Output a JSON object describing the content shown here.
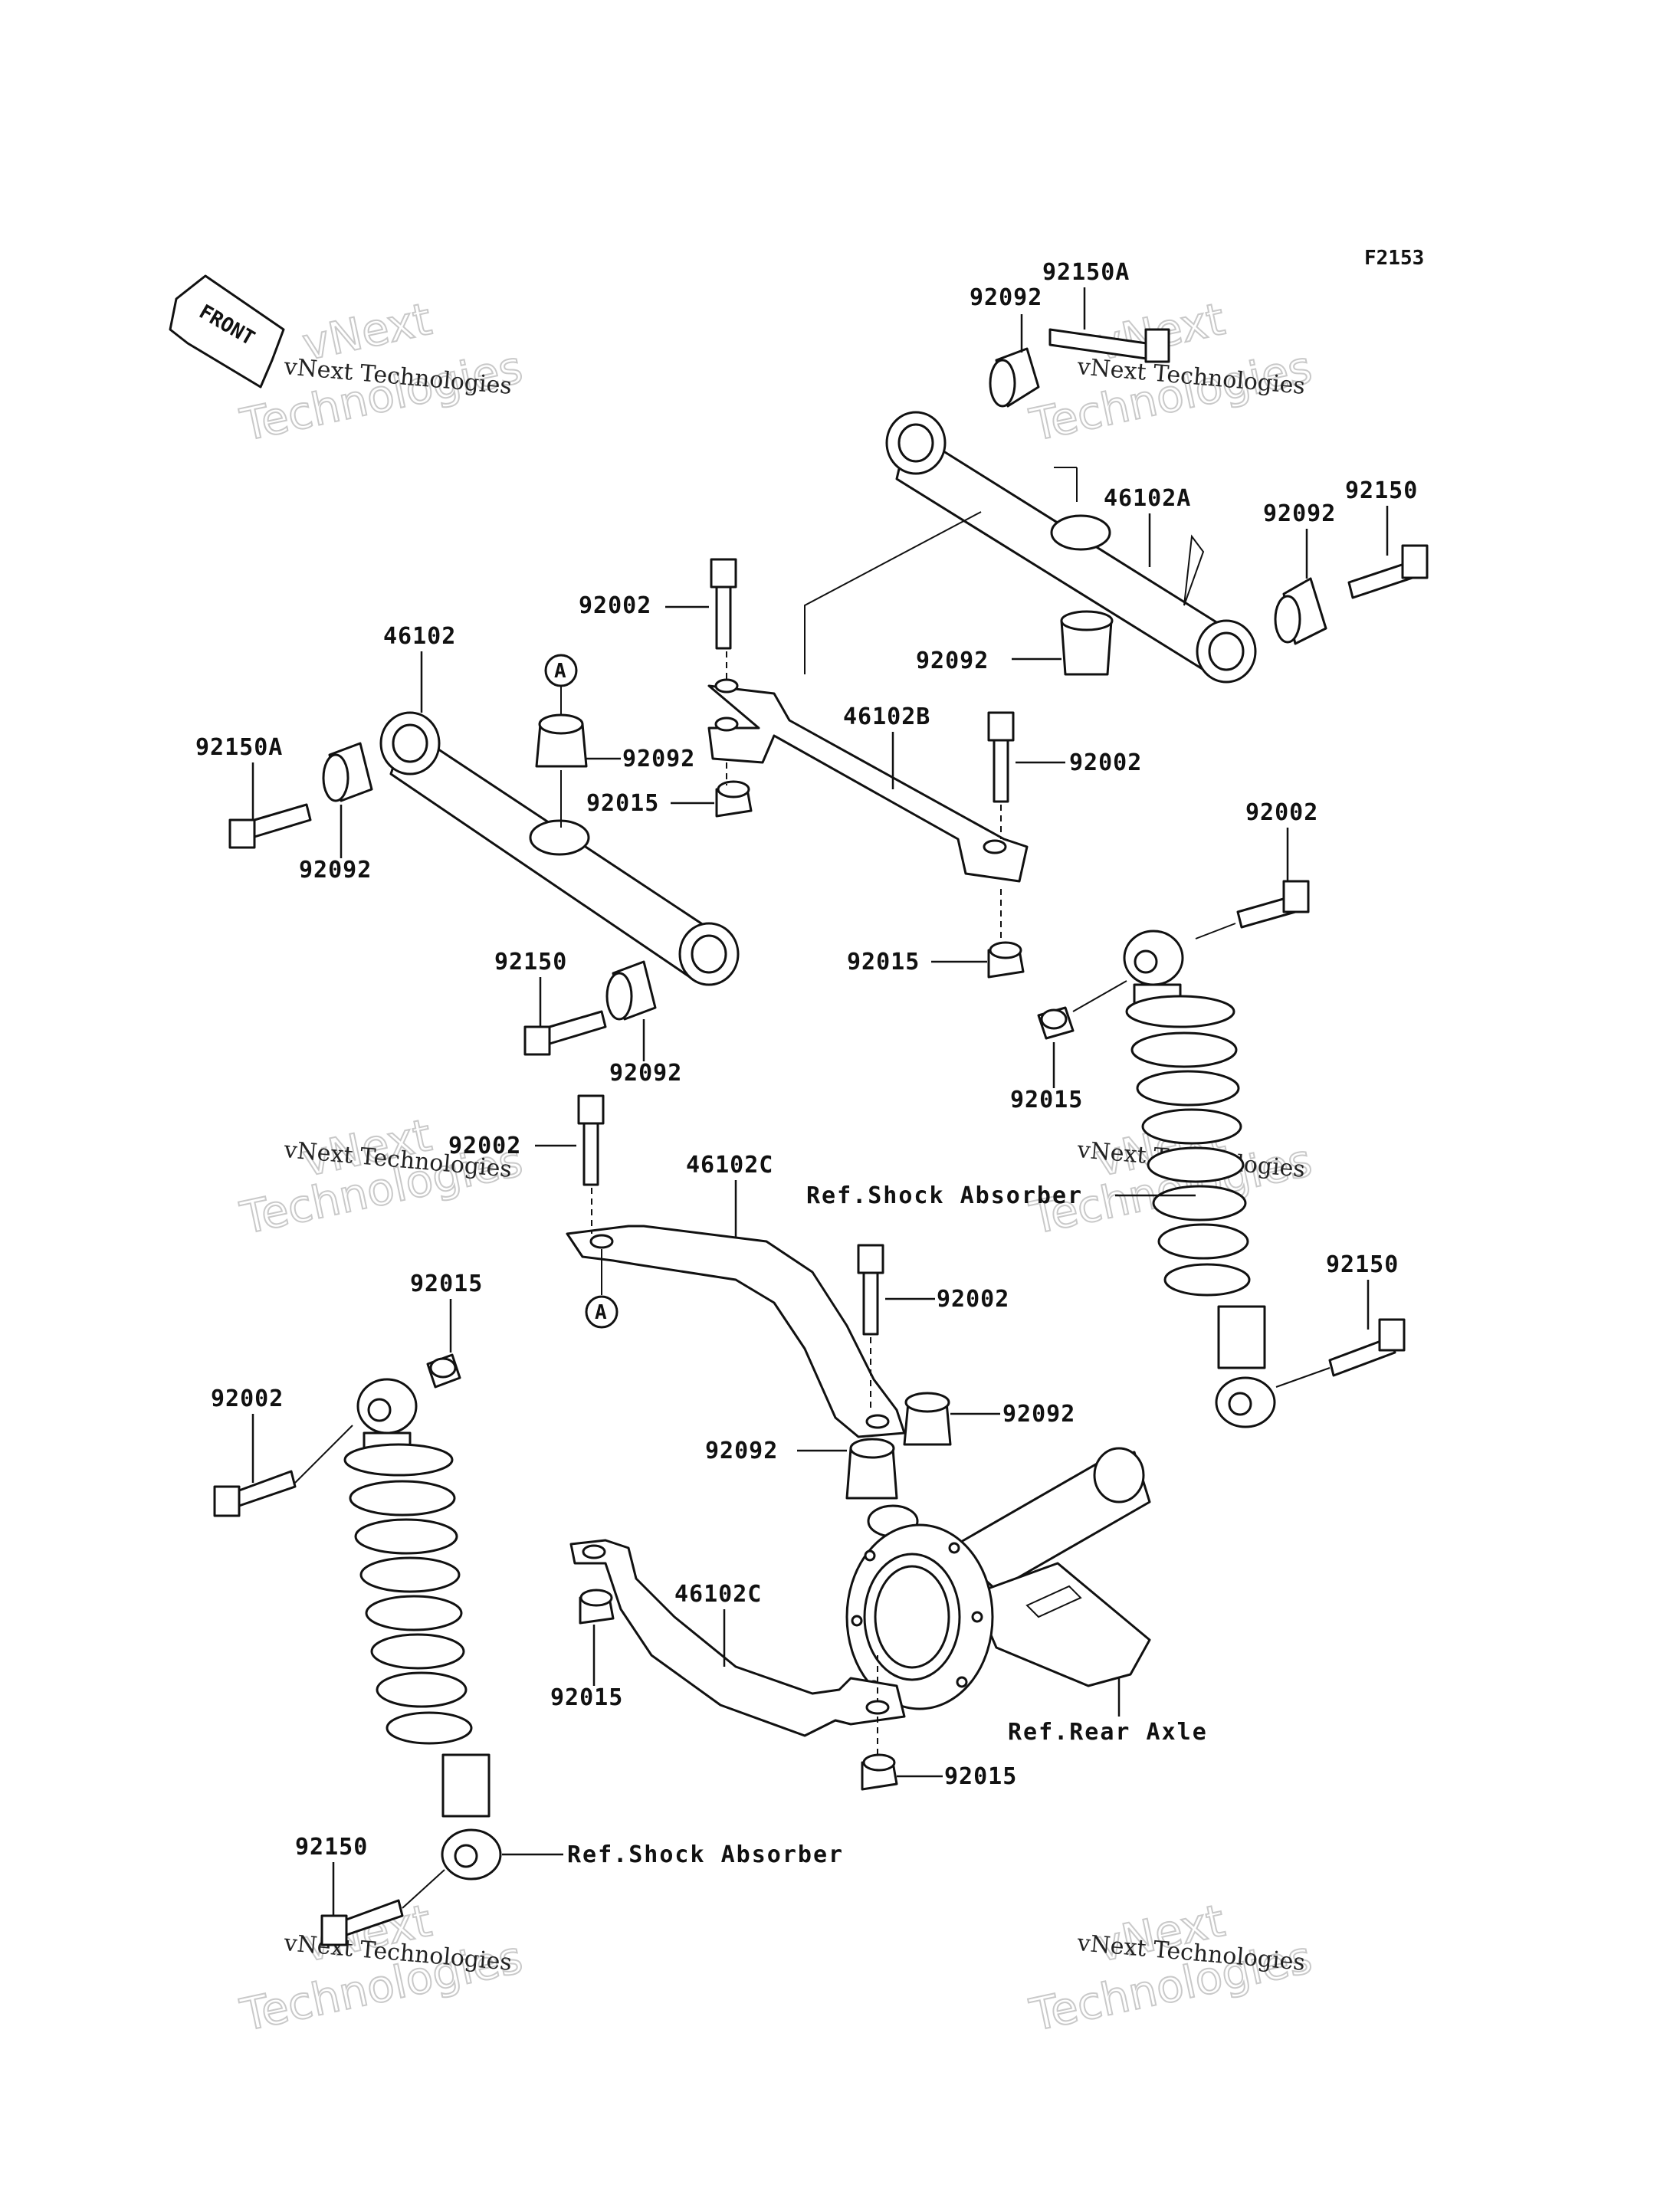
{
  "diagram_code": "F2153",
  "front_label": "FRONT",
  "marker_a": "A",
  "watermark": {
    "line1": "vNext",
    "line2": "Technologies",
    "line3": "vNext Technologies"
  },
  "labels": {
    "p92150A_top": "92150A",
    "p92092_top": "92092",
    "p46102A": "46102A",
    "p92150_topright": "92150",
    "p92092_right": "92092",
    "p92002_a": "92002",
    "p92092_mid": "92092",
    "p46102": "46102",
    "p92092_a": "92092",
    "p46102B": "46102B",
    "p92150A_left": "92150A",
    "p92015_a": "92015",
    "p92002_b": "92002",
    "p92092_left": "92092",
    "p92002_c": "92002",
    "p92015_b": "92015",
    "p92150_mid": "92150",
    "p92092_low": "92092",
    "p92015_c": "92015",
    "p92002_d": "92002",
    "p46102C_top": "46102C",
    "p92150_right": "92150",
    "p92015_left": "92015",
    "p92002_e": "92002",
    "p92002_left": "92002",
    "p92092_e": "92092",
    "p92092_f": "92092",
    "p46102C_bottom": "46102C",
    "p92015_d": "92015",
    "p92015_e": "92015",
    "p92150_bottom": "92150"
  },
  "refs": {
    "shock_upper": "Ref.Shock Absorber",
    "shock_lower": "Ref.Shock Absorber",
    "rear_axle": "Ref.Rear Axle"
  }
}
